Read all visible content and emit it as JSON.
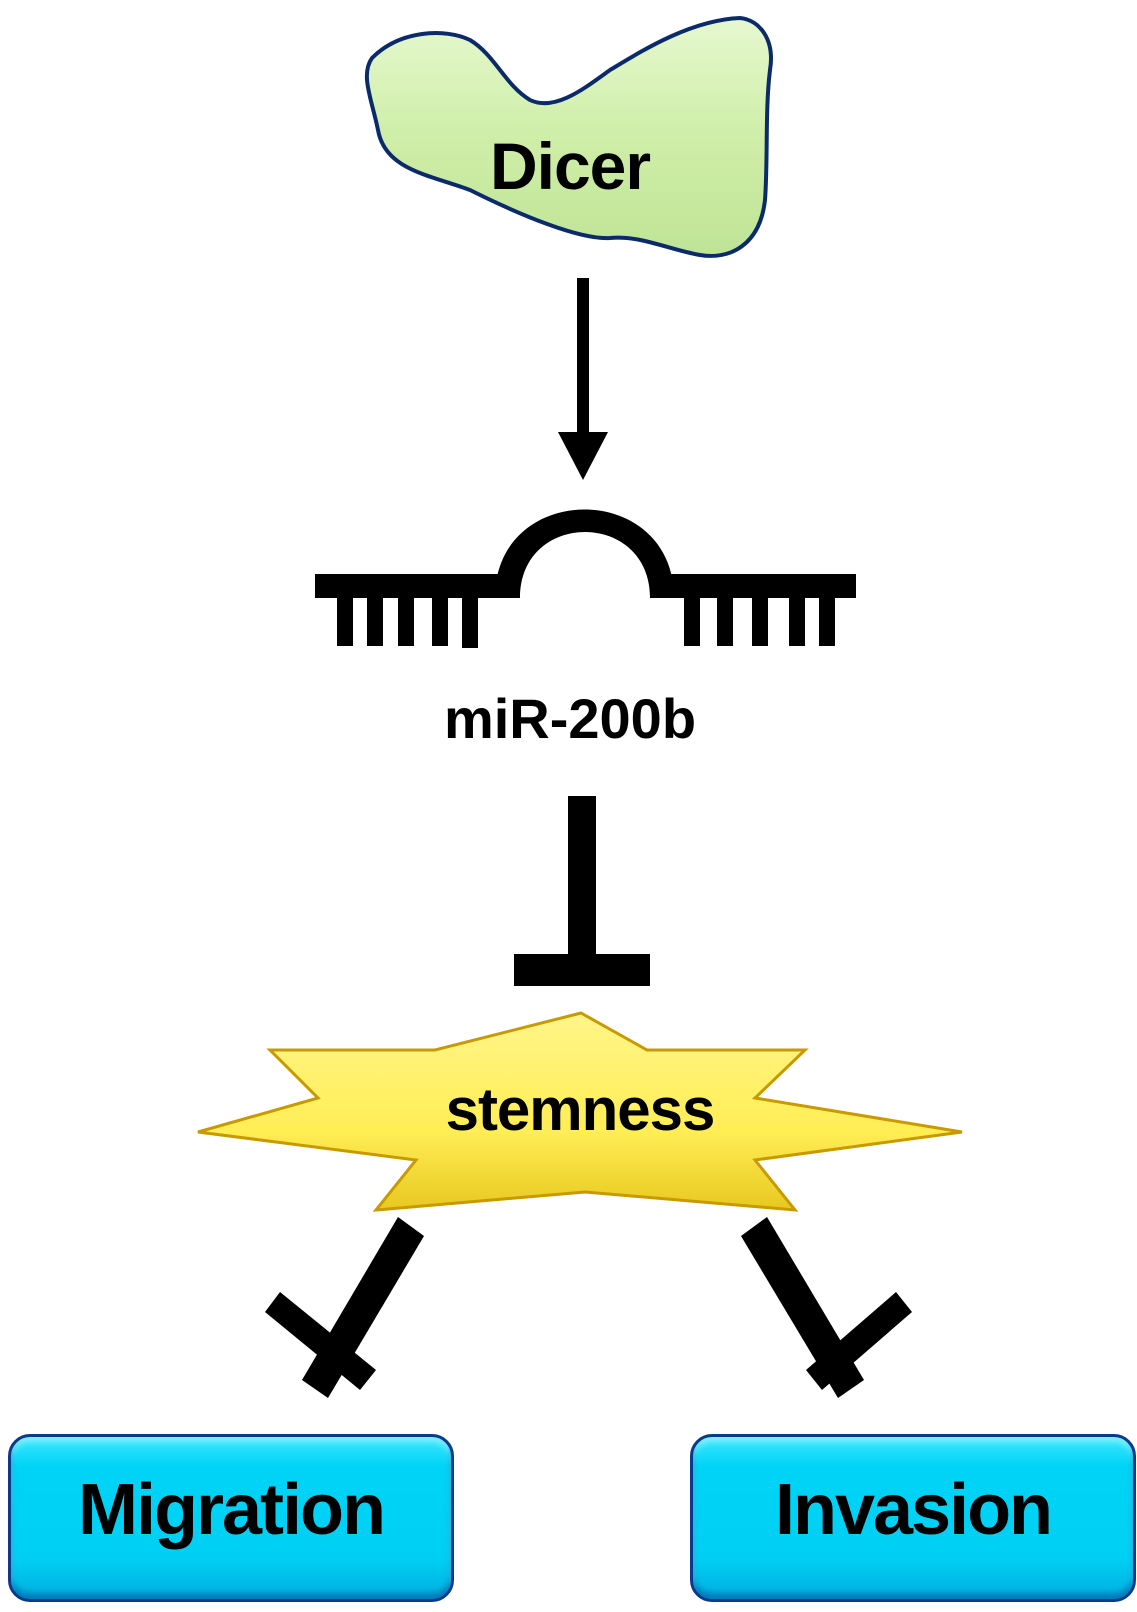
{
  "diagram": {
    "nodes": [
      {
        "id": "dicer",
        "label": "Dicer",
        "shape": "blob",
        "fill": "#cfeea8"
      },
      {
        "id": "mir200b",
        "label": "miR-200b",
        "shape": "hairpin-rna-icon"
      },
      {
        "id": "stemness",
        "label": "stemness",
        "shape": "star-burst",
        "fill": "#fff060"
      },
      {
        "id": "migration",
        "label": "Migration",
        "shape": "rounded-box",
        "fill": "#00d4f6"
      },
      {
        "id": "invasion",
        "label": "Invasion",
        "shape": "rounded-box",
        "fill": "#00d4f6"
      }
    ],
    "edges": [
      {
        "from": "dicer",
        "to": "mir200b",
        "type": "activation"
      },
      {
        "from": "mir200b",
        "to": "stemness",
        "type": "inhibition"
      },
      {
        "from": "stemness",
        "to": "migration",
        "type": "inhibition"
      },
      {
        "from": "stemness",
        "to": "invasion",
        "type": "inhibition"
      }
    ]
  }
}
